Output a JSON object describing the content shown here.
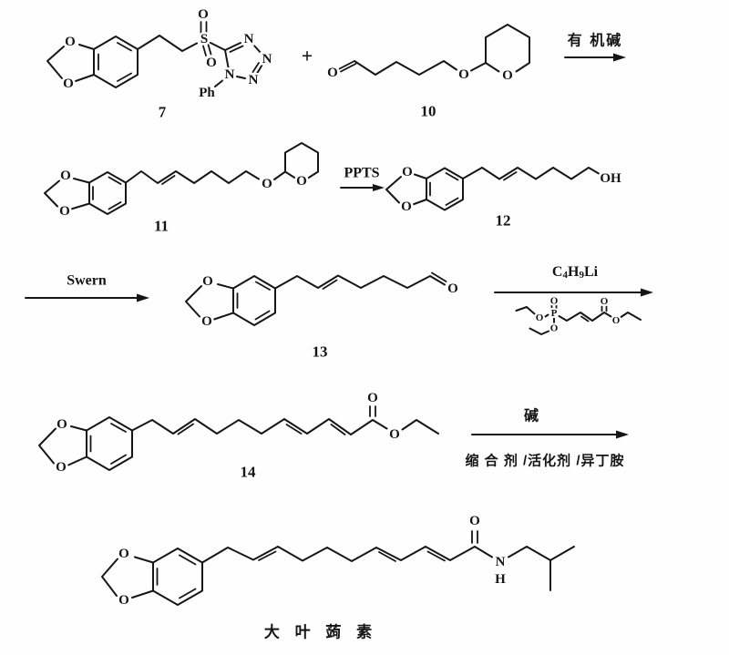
{
  "atoms": {
    "O": "O",
    "S": "S",
    "N": "N",
    "P": "P",
    "H": "H",
    "Ph": "Ph",
    "OH": "OH"
  },
  "compound_labels": {
    "c7": "7",
    "c10": "10",
    "c11": "11",
    "c12": "12",
    "c13": "13",
    "c14": "14",
    "final_name": "大 叶 蒟 素"
  },
  "reagents": {
    "step1_organic_base": "有 机碱",
    "step2_ppts": "PPTS",
    "step3_swern": "Swern",
    "step4_butyllithium": {
      "C": "C",
      "four": "4",
      "H": "H",
      "nine": "9",
      "Li": "Li"
    },
    "step5_base": "碱",
    "step5_conditions": "缩 合 剂 /活化剂 /异丁胺"
  },
  "operators": {
    "plus": "+"
  }
}
